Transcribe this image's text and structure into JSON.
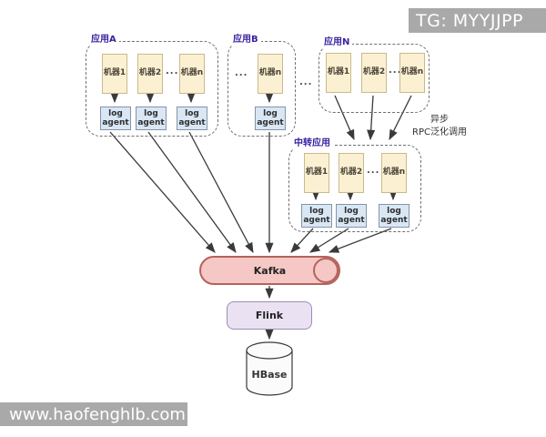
{
  "watermarks": {
    "top_right": "TG: MYYJJPP",
    "bottom_left": "www.haofenghlb.com"
  },
  "diagram": {
    "groups": [
      {
        "label": "应用A",
        "machines": [
          "机器1",
          "机器2",
          "机器n"
        ],
        "ellipsis": "...",
        "agents": [
          "log agent",
          "log agent",
          "log agent"
        ]
      },
      {
        "label": "应用B",
        "machines": [
          "机器n"
        ],
        "ellipsis": "...",
        "agents": [
          "log agent"
        ]
      },
      {
        "label": "应用N",
        "machines": [
          "机器1",
          "机器2",
          "机器n"
        ],
        "ellipsis": "..."
      },
      {
        "label": "中转应用",
        "machines": [
          "机器1",
          "机器2",
          "机器n"
        ],
        "ellipsis": "...",
        "agents": [
          "log agent",
          "log agent",
          "log agent"
        ]
      }
    ],
    "inter_group_ellipsis": "...",
    "annotation": {
      "line1": "异步",
      "line2": "RPC泛化调用"
    },
    "nodes": {
      "kafka": "Kafka",
      "flink": "Flink",
      "hbase": "HBase"
    },
    "colors": {
      "machine_fill": "#FBF1D2",
      "machine_border": "#C9B98C",
      "agent_fill": "#D9E7F5",
      "agent_border": "#8494A9",
      "kafka_fill": "#F5C8C5",
      "kafka_border": "#B4625D",
      "flink_fill": "#EAE2F2",
      "flink_border": "#9C8DB5",
      "group_label": "#3B22A0",
      "banner_bg": "#A9A9A9",
      "arrow": "#3A3A3A"
    }
  }
}
